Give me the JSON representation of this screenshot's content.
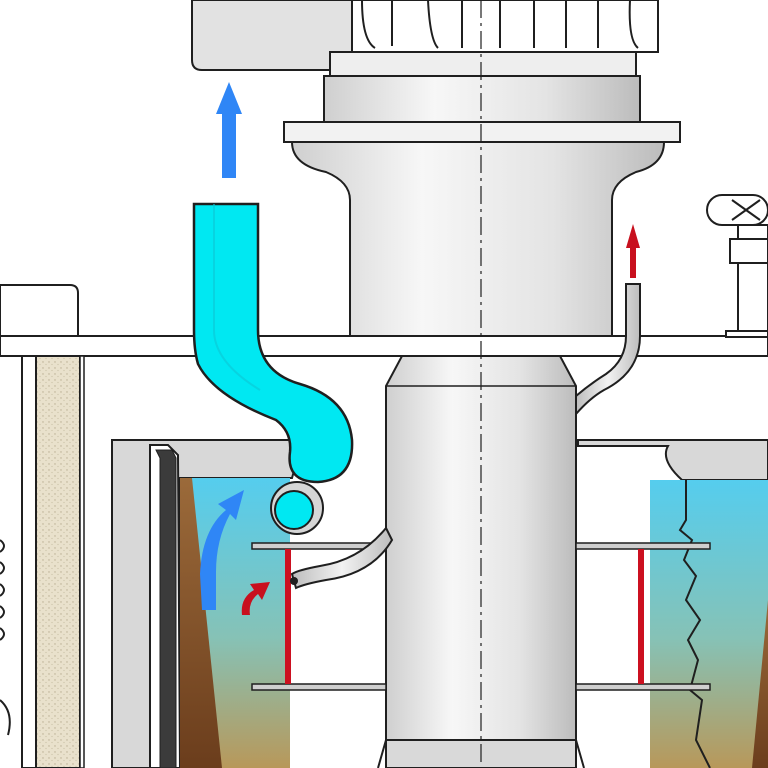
{
  "colors": {
    "outline": "#1f1f1f",
    "machine_light": "#f4f4f4",
    "machine_mid": "#dcdcdc",
    "machine_dark": "#bdbdbd",
    "discharge_pipe": "#00e5f0",
    "flow_arrow_blue": "#2f86f6",
    "flow_arrow_red": "#c8101e",
    "liquid_top": "#5fd0ee",
    "liquid_mid": "#7fc4c0",
    "liquid_bottom": "#b49a5a",
    "cake_brown": "#7a4a24",
    "insulation_fill": "#e8e0cc",
    "bracket_red": "#cc1020"
  },
  "icons": [
    "up-arrow-icon-blue",
    "up-arrow-icon-red",
    "curved-arrow-icon-blue",
    "curved-arrow-icon-red",
    "valve-handwheel-icon"
  ]
}
